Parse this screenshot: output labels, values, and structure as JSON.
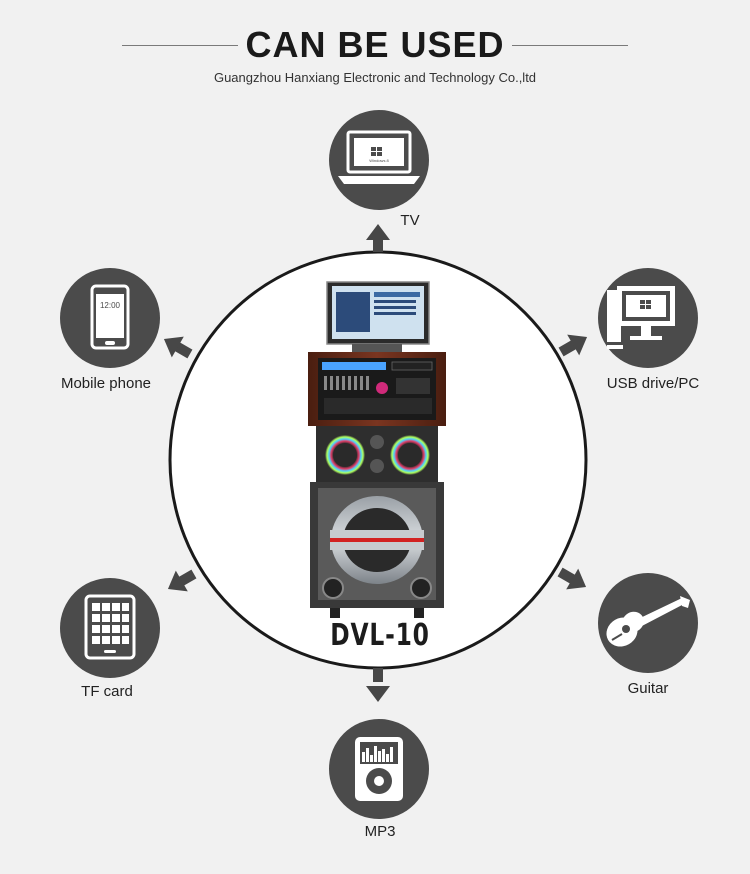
{
  "header": {
    "title": "CAN BE USED",
    "company": "Guangzhou Hanxiang Electronic and Technology Co.,ltd"
  },
  "product": {
    "model": "DVL-10",
    "screen_text": "Windows 8",
    "clock_text": "12:00"
  },
  "devices": [
    {
      "id": "tv",
      "label": "TV",
      "icon": "laptop-icon"
    },
    {
      "id": "mobile",
      "label": "Mobile phone",
      "icon": "smartphone-icon"
    },
    {
      "id": "usb",
      "label": "USB drive/PC",
      "icon": "desktop-pc-icon"
    },
    {
      "id": "tf",
      "label": "TF card",
      "icon": "tablet-icon"
    },
    {
      "id": "guitar",
      "label": "Guitar",
      "icon": "guitar-icon"
    },
    {
      "id": "mp3",
      "label": "MP3",
      "icon": "mp3-player-icon"
    }
  ],
  "colors": {
    "background": "#f1f1f1",
    "icon_circle": "#4b4b4b",
    "arrow": "#474747",
    "center_circle": "#ffffff"
  }
}
